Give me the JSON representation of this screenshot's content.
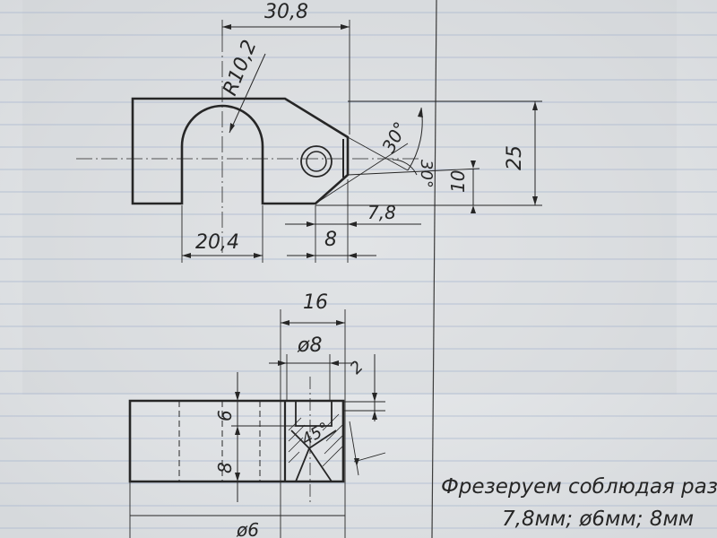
{
  "photo_subject": "Photographed pencil technical drawing on lined paper",
  "drawing": {
    "top_view": {
      "dim_overall_width": "30,8",
      "dim_radius": "R10,2",
      "dim_angle_top": "30°",
      "dim_angle_small": "30°",
      "dim_height_total": "25",
      "dim_height_inner": "10",
      "dim_chamfer": "7,8",
      "dim_slot_width": "20,4",
      "dim_small_width": "8"
    },
    "front_view": {
      "dim_width": "16",
      "dim_bore": "ø8",
      "dim_chamfer_small": "2",
      "dim_step": "6",
      "dim_height": "8",
      "dim_countersink_angle": "45°",
      "dim_hole": "ø6"
    }
  },
  "note": {
    "line1": "Фрезеруем соблюдая разме",
    "line2": "7,8мм; ø6мм; 8мм"
  },
  "colors": {
    "paper": "#e6e8ea",
    "ink": "#262626",
    "ruled_line": "#a9b7cf",
    "margin_line": "#3c3c3c"
  }
}
